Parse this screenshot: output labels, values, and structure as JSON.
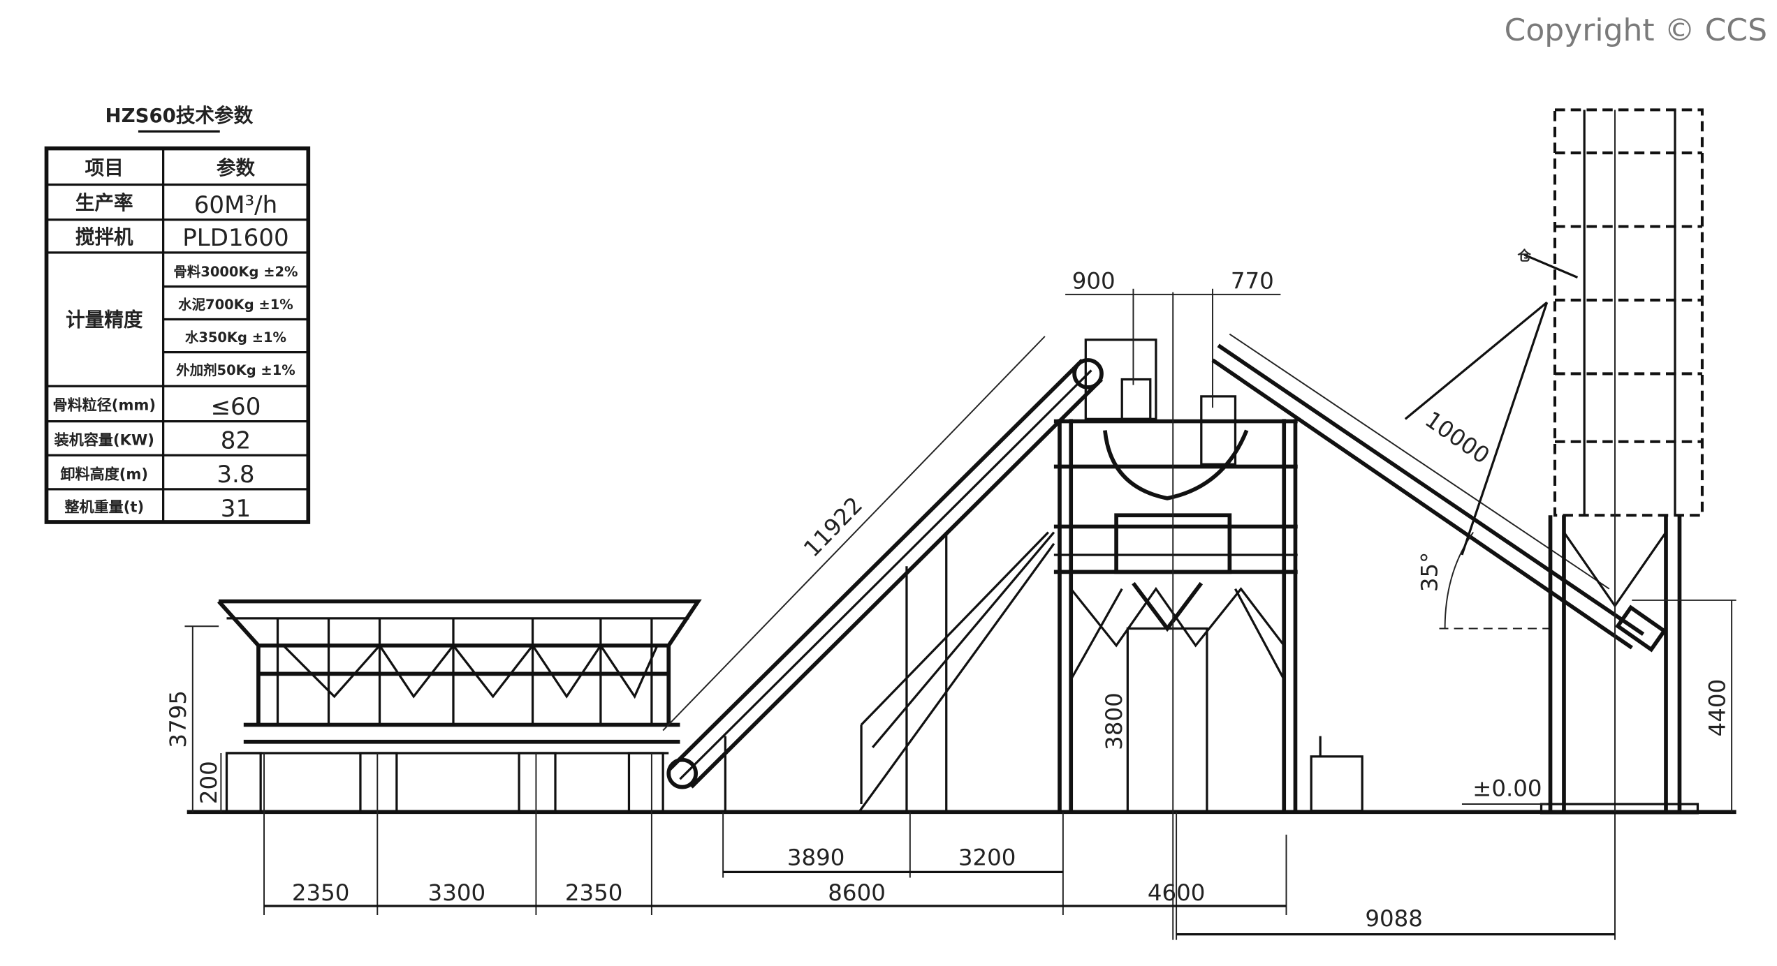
{
  "copyright": "Copyright © CCS",
  "spec_table": {
    "title": "HZS60技术参数",
    "header": {
      "item": "项目",
      "value": "参数"
    },
    "rows": [
      {
        "label": "生产率",
        "value": "60M³/h"
      },
      {
        "label": "搅拌机",
        "value": "PLD1600"
      },
      {
        "label": "计量精度",
        "values": [
          "骨料3000Kg ±2%",
          "水泥700Kg ±1%",
          "水350Kg ±1%",
          "外加剂50Kg ±1%"
        ]
      },
      {
        "label": "骨料粒径(mm)",
        "value": "≤60"
      },
      {
        "label": "装机容量(KW)",
        "value": "82"
      },
      {
        "label": "卸料高度(m)",
        "value": "3.8"
      },
      {
        "label": "整机重量(t)",
        "value": "31"
      }
    ]
  },
  "dimensions": {
    "height_total_left": "3795",
    "height_base_left": "200",
    "belt_length": "11922",
    "top_900": "900",
    "top_770": "770",
    "screw_length": "10000",
    "screw_angle": "35°",
    "discharge_height": "3800",
    "silo_height": "4400",
    "ground_level": "±0.00",
    "bottom": [
      "2350",
      "3300",
      "2350",
      "8600",
      "4600"
    ],
    "middle": [
      "3890",
      "3200"
    ],
    "silo_offset": "9088"
  },
  "labels": {
    "silo_tag": "仓"
  }
}
